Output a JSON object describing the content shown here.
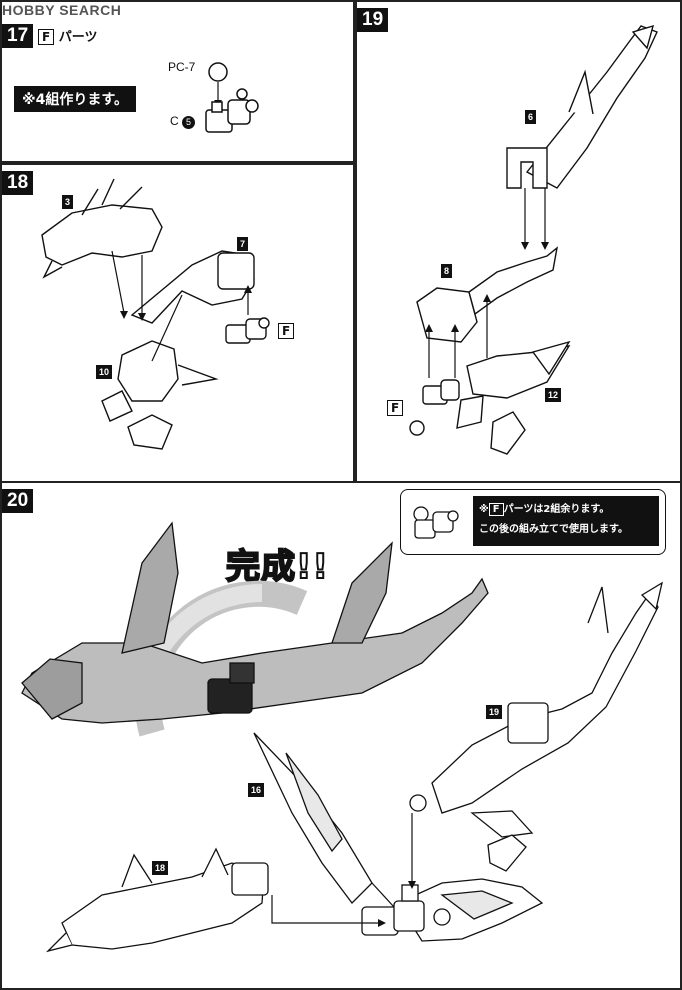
{
  "watermark": "HOBBY SEARCH",
  "step17": {
    "number": "17",
    "part_letter": "F",
    "title_suffix": "パーツ",
    "note": "※4組作ります。",
    "part_pc": "PC-7",
    "part_c": "C",
    "part_c_num": "5"
  },
  "step18": {
    "number": "18",
    "tags": [
      "3",
      "7",
      "10"
    ],
    "part_letter": "F"
  },
  "step19": {
    "number": "19",
    "tags": [
      "6",
      "8",
      "12"
    ],
    "part_letter": "F"
  },
  "step20": {
    "number": "20",
    "complete_text": "完成!!",
    "note_line1_prefix": "※",
    "note_part": "F",
    "note_line1_suffix": "パーツは2組余ります。",
    "note_line2": "この後の組み立てで使用します。",
    "tags": [
      "19",
      "16",
      "18"
    ]
  },
  "colors": {
    "ink": "#111111",
    "gray": "#8a8a8a",
    "light": "#cfcfcf"
  }
}
